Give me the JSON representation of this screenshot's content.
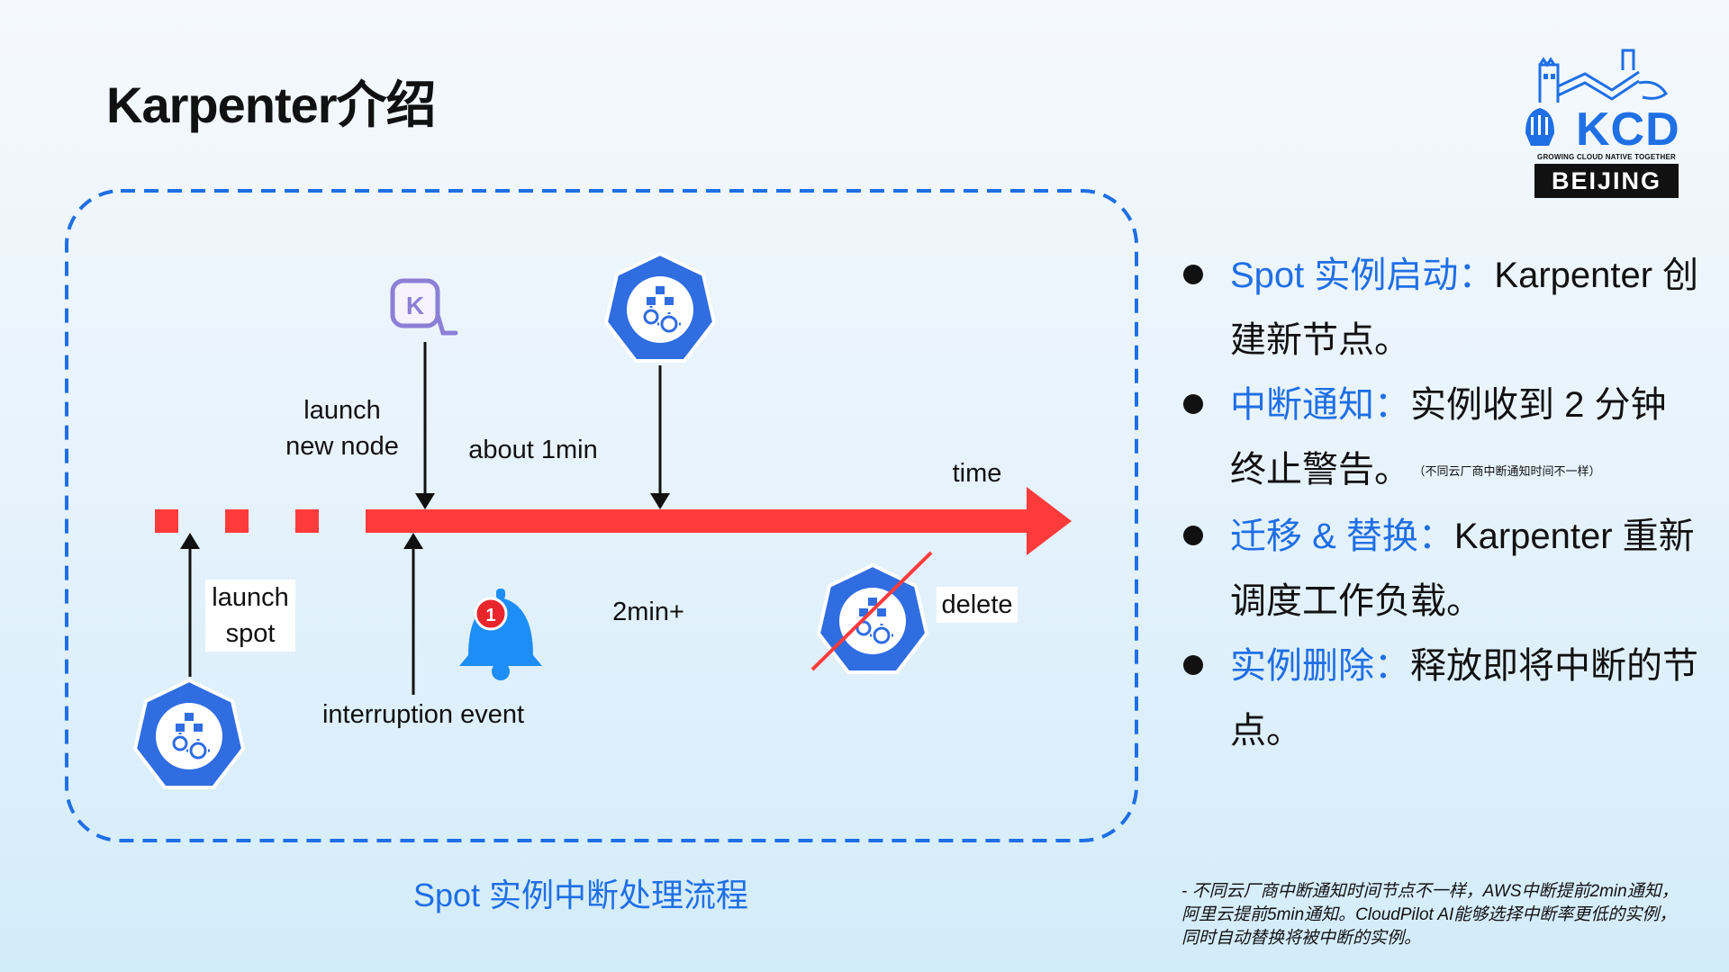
{
  "title": "Karpenter介绍",
  "logo": {
    "name": "KCD",
    "tagline": "GROWING CLOUD NATIVE TOGETHER",
    "city": "BEIJING"
  },
  "diagram": {
    "caption": "Spot 实例中断处理流程",
    "labels": {
      "launch_new_node": "launch\nnew node",
      "about_1min": "about 1min",
      "time": "time",
      "launch_spot": "launch\nspot",
      "interruption_event": "interruption event",
      "two_min_plus": "2min+",
      "delete": "delete",
      "karpenter_logo_letter": "K",
      "bell_badge": "1"
    },
    "colors": {
      "timeline": "#fe3b3b",
      "node_blue": "#2f6de1",
      "dashed_border": "#1f6fe5",
      "karpenter_purple": "#8b7fd6",
      "bell_blue": "#1d8ef5",
      "badge_red": "#e8262c"
    },
    "icons": [
      "karpenter-icon",
      "k8s-node-icon",
      "bell-icon"
    ]
  },
  "bullets": [
    {
      "highlight": "Spot 实例启动：",
      "text": "Karpenter 创建新节点。",
      "note": ""
    },
    {
      "highlight": "中断通知：",
      "text": "实例收到 2 分钟终止警告。",
      "note": "（不同云厂商中断通知时间不一样）"
    },
    {
      "highlight": "迁移 & 替换：",
      "text": "Karpenter 重新调度工作负载。",
      "note": ""
    },
    {
      "highlight": "实例删除：",
      "text": "释放即将中断的节点。",
      "note": ""
    }
  ],
  "footnote": "- 不同云厂商中断通知时间节点不一样，AWS中断提前2min通知，阿里云提前5min通知。CloudPilot AI能够选择中断率更低的实例，同时自动替换将被中断的实例。"
}
